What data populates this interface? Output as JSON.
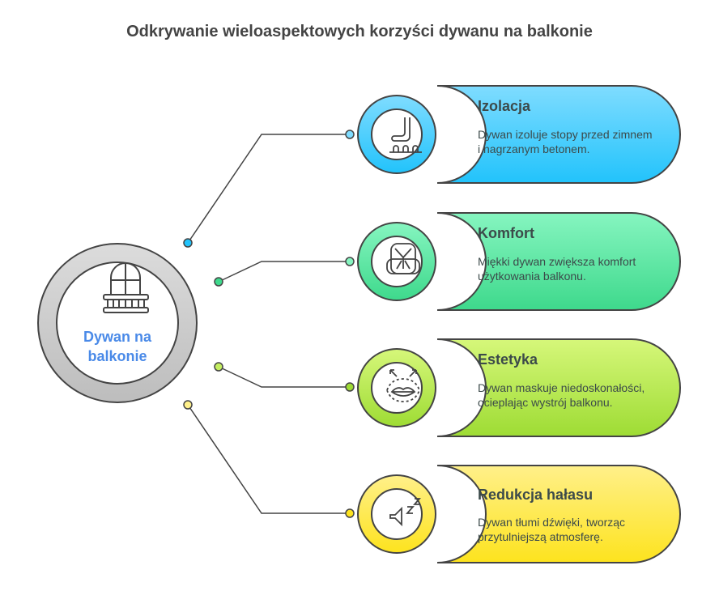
{
  "title": "Odkrywanie wieloaspektowych korzyści dywanu na balkonie",
  "center": {
    "label": "Dywan na balkonie",
    "icon": "balcony-icon"
  },
  "items": [
    {
      "title": "Izolacja",
      "description": "Dywan izoluje stopy przed zimnem i nagrzanym betonem.",
      "icon": "foot-icon",
      "color_top": "#7fdcff",
      "color_bottom": "#22c3fb"
    },
    {
      "title": "Komfort",
      "description": "Miękki dywan zwiększa komfort użytkowania balkonu.",
      "icon": "car-seat-icon",
      "color_top": "#86f5c0",
      "color_bottom": "#3ed98c"
    },
    {
      "title": "Estetyka",
      "description": "Dywan maskuje niedoskonałości, ocieplając wystrój balkonu.",
      "icon": "lips-expand-icon",
      "color_top": "#d6f77a",
      "color_bottom": "#9edc34"
    },
    {
      "title": "Redukcja hałasu",
      "description": "Dywan tłumi dźwięki, tworząc przytulniejszą atmosferę.",
      "icon": "quiet-speaker-icon",
      "color_top": "#fff08a",
      "color_bottom": "#fde31e"
    }
  ]
}
